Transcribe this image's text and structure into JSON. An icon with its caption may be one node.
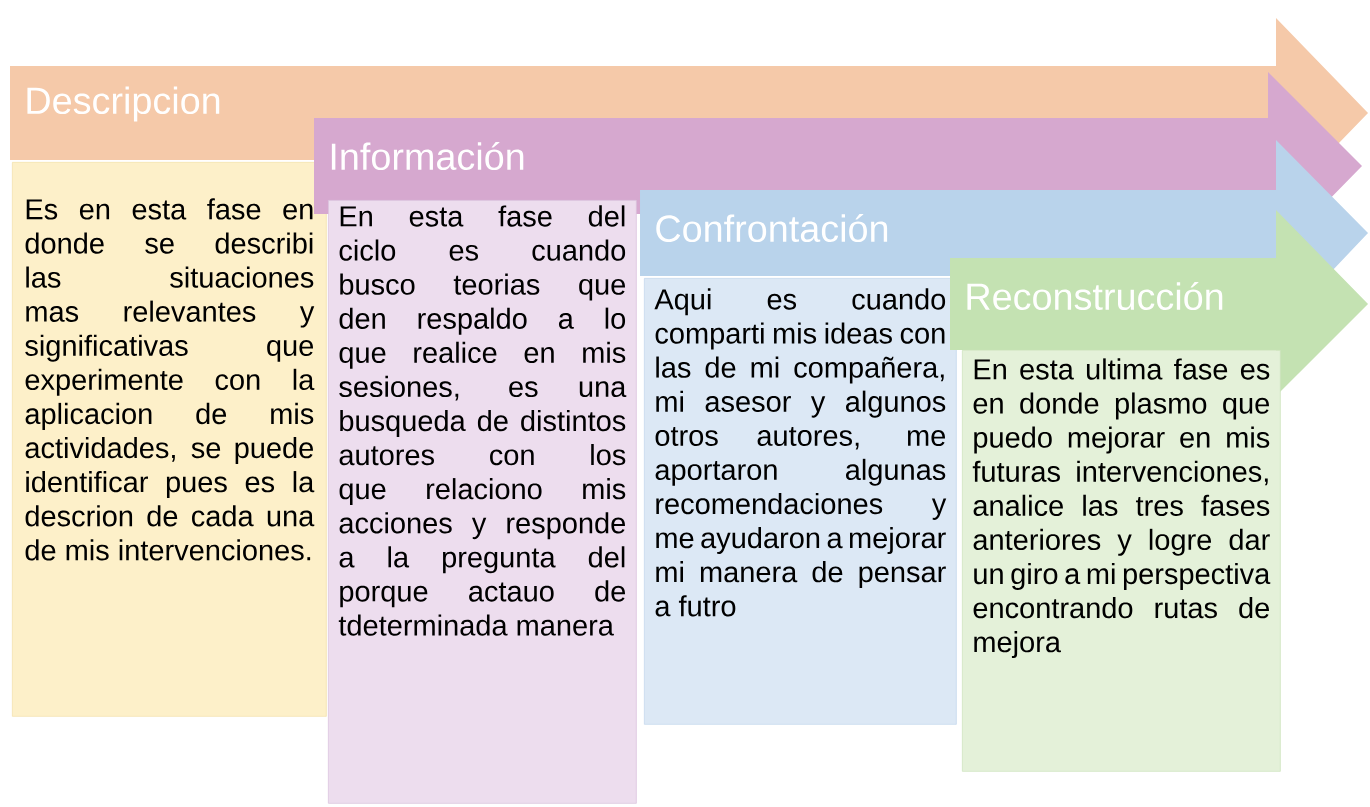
{
  "diagram": {
    "nodes": [
      {
        "text": [
          "Descripcion"
        ]
      },
      {
        "text": [
          "Es en esta fase en donde se describi las situaciones mas relevantes y significativas que experimente con la aplicacion de mis actividades, se puede identificar pues es la descrion de cada una de mis intervenciones."
        ]
      },
      {
        "text": [
          "Información"
        ]
      },
      {
        "text": [
          "En esta fase del ciclo es cuando busco teorias que den respaldo a lo que realice en mis sesiones, es una busqueda de distintos autores con los que relaciono mis acciones y responde a la pregunta del porque actauo de tdeterminada manera"
        ]
      },
      {
        "text": [
          "Confrontación"
        ]
      },
      {
        "text": [
          "Aqui es cuando comparti mis ideas con las de mi compañera, mi asesor y algunos otros autores, me aportaron algunas recomendaciones y me ayudaron a mejorar mi manera de pensar a futro"
        ]
      },
      {
        "text": [
          "Reconstrucción"
        ]
      },
      {
        "text": [
          "En esta ultima fase es en donde plasmo que puedo mejorar en mis futuras intervenciones, analice las tres fases anteriores y logre dar un giro a mi perspectiva encontrando rutas de mejora"
        ]
      }
    ]
  }
}
